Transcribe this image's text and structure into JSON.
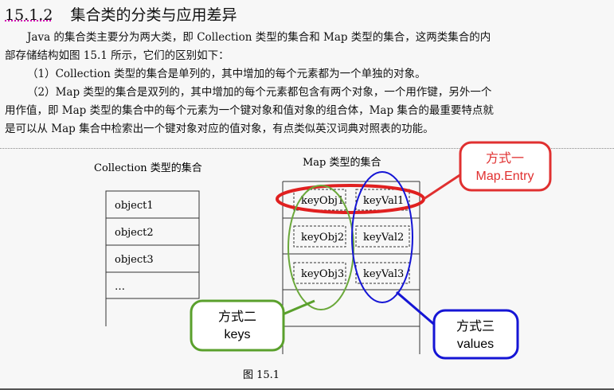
{
  "heading": {
    "number": "15.1.2",
    "title": "集合类的分类与应用差异"
  },
  "paragraphs": [
    "Java 的集合类主要分为两大类，即 Collection 类型的集合和 Map 类型的集合，这两类集合的内部存储结构如图 15.1 所示，它们的区别如下：",
    "（1）Collection 类型的集合是单列的，其中增加的每个元素都为一个单独的对象。",
    "（2）Map 类型的集合是双列的，其中增加的每个元素都包含有两个对象，一个用作键，另外一个用作值，即 Map 类型的集合中的每个元素为一个键对象和值对象的组合体，Map 集合的最重要特点就是可以从 Map 集合中检索出一个键对象对应的值对象，有点类似英汉词典对照表的功能。"
  ],
  "figure": {
    "collection_label": "Collection 类型的集合",
    "collection_items": [
      "object1",
      "object2",
      "object3",
      "…"
    ],
    "map_label": "Map 类型的集合",
    "map_keys": [
      "keyObj1",
      "keyObj2",
      "keyObj3"
    ],
    "map_values": [
      "keyVal1",
      "keyVal2",
      "keyVal3"
    ],
    "caption": "图 15.1"
  },
  "callouts": {
    "entry": {
      "line1": "方式一",
      "line2": "Map.Entry",
      "color": "#e03030"
    },
    "keys": {
      "line1": "方式二",
      "line2": "keys",
      "color": "#5aa02c"
    },
    "values": {
      "line1": "方式三",
      "line2": "values",
      "color": "#1010d0"
    }
  }
}
